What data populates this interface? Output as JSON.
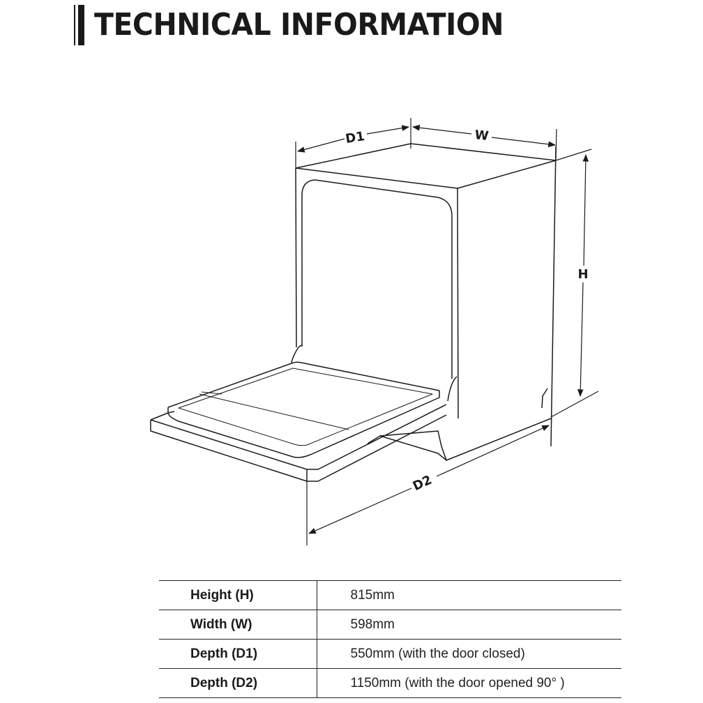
{
  "header": {
    "title": "TECHNICAL INFORMATION"
  },
  "diagram": {
    "subject": "dishwasher-isometric-outline",
    "labels": {
      "d1": "D1",
      "w": "W",
      "h": "H",
      "d2": "D2"
    }
  },
  "specs": {
    "rows": [
      {
        "label": "Height (H)",
        "value": "815mm"
      },
      {
        "label": "Width (W)",
        "value": "598mm"
      },
      {
        "label": "Depth (D1)",
        "value": "550mm (with the door closed)"
      },
      {
        "label": "Depth (D2)",
        "value": "1150mm (with the door opened 90°  )"
      }
    ]
  }
}
